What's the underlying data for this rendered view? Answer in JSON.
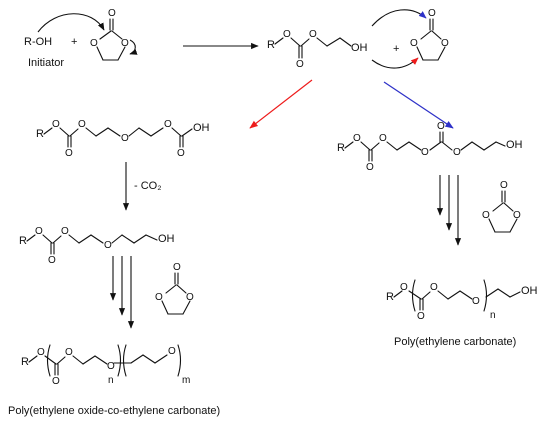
{
  "top": {
    "initiator": "R-OH",
    "plus_1": "+",
    "initiator_label": "Initiator",
    "carbonyl_o": "O",
    "ring_o": "O",
    "intermediate_r": "R",
    "atom_o": "O",
    "oh": "OH",
    "plus_2": "+"
  },
  "left_path": {
    "r": "R",
    "o": "O",
    "oh": "OH",
    "decarboxylation": "- CO₂",
    "product": "Poly(ethylene oxide-co-ethylene carbonate)",
    "sub_n": "n",
    "sub_m": "m"
  },
  "right_path": {
    "r": "R",
    "o": "O",
    "oh": "OH",
    "product": "Poly(ethylene carbonate)",
    "sub_n": "n"
  },
  "colors": {
    "red_arrow": "#ee1c1c",
    "blue_arrow": "#2e31c8"
  }
}
